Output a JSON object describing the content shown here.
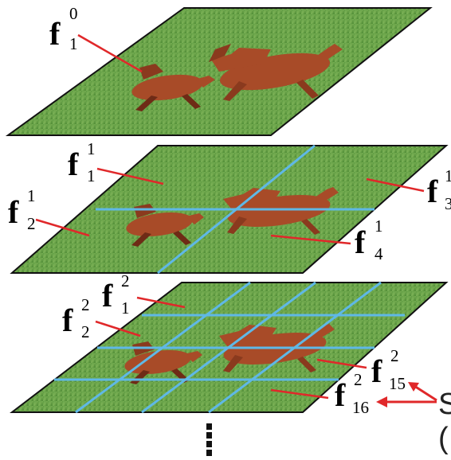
{
  "colors": {
    "leader": "#e0282a",
    "grid": "#5fb8e6",
    "grass_dark": "#4d8a34",
    "grass_light": "#7fb35a",
    "horse": "#a84b28",
    "horse_dark": "#6e2b16",
    "frame": "#111111"
  },
  "layers": [
    {
      "level": "0",
      "labels": [
        {
          "base": "f",
          "sup": "0",
          "sub": "1"
        }
      ]
    },
    {
      "level": "1",
      "labels": [
        {
          "base": "f",
          "sup": "1",
          "sub": "1"
        },
        {
          "base": "f",
          "sup": "1",
          "sub": "2"
        },
        {
          "base": "f",
          "sup": "1",
          "sub": "3"
        },
        {
          "base": "f",
          "sup": "1",
          "sub": "4"
        }
      ]
    },
    {
      "level": "2",
      "labels": [
        {
          "base": "f",
          "sup": "2",
          "sub": "1"
        },
        {
          "base": "f",
          "sup": "2",
          "sub": "2"
        },
        {
          "base": "f",
          "sup": "2",
          "sub": "15"
        },
        {
          "base": "f",
          "sup": "2",
          "sub": "16"
        }
      ]
    }
  ],
  "side_text": {
    "line1": "S",
    "line2": "("
  },
  "continuation": {
    "icon": "vertical-ellipsis-icon"
  }
}
